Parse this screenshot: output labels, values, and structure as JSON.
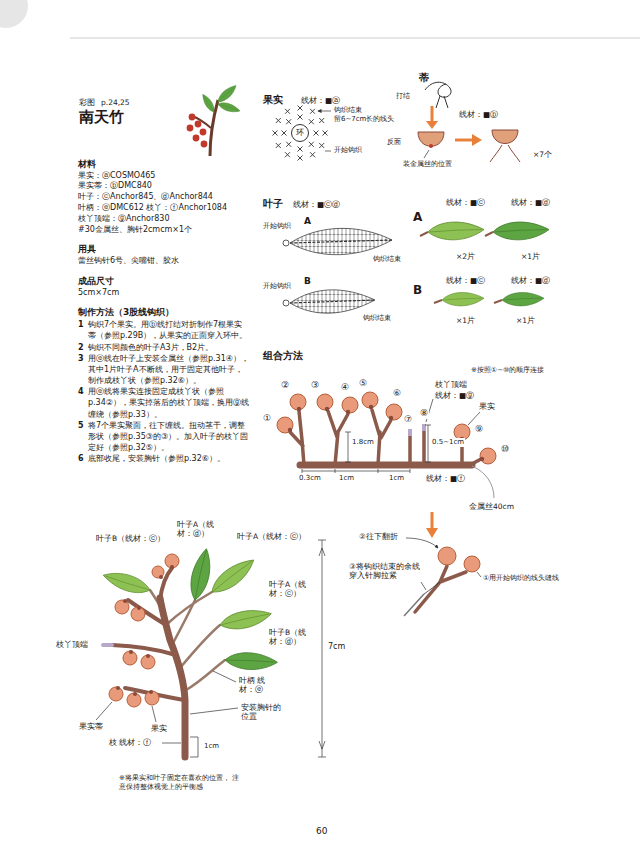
{
  "diagram": {
    "title": "南天竹",
    "nodes": [
      {
        "text": [
          "环"
        ]
      }
    ],
    "labels": [
      "彩图",
      "p.24,25",
      "材料",
      "果实：ⓐCOSMO465",
      "果实蒂：ⓑDMC840",
      "叶子：ⓒAnchor845、ⓓAnchor844",
      "叶柄：ⓔDMC612 枝丫：ⓕAnchor1084",
      "枝丫顶端：ⓖAnchor830",
      "#30金属丝、胸针2cmcm×1个",
      "用具",
      "蕾丝钩针6号、尖嘴钳、胶水",
      "成品尺寸",
      "5cm×7cm",
      "制作方法（3股线钩织）",
      "1",
      "钩织7个果实。用ⓑ线打结对折制作7根果实蒂（参照p.29B），从果实的正面穿入环中。",
      "2",
      "钩织不同颜色的叶子A3片，B2片。",
      "3",
      "用ⓔ线在叶子上安装金属丝（参照p.31④），其中1片叶子A不断线，用于固定其他叶子，制作成枝丫状（参照p.32⑥）。",
      "4",
      "用ⓔ线将果实连接固定成枝丫状（参照p.34②），果实掉落后的枝丫顶端，换用ⓖ线缠绕（参照p.33）。",
      "5",
      "将7个果实聚面，往下缠线。扭动茎干，调整形状（参照p.35③的③）。加入叶子的枝丫固定好（参照p.32⑤）。",
      "6",
      "底部收尾，安装胸针（参照p.32⑥）。",
      "果实",
      "线材：■ⓐ",
      "钩织结束",
      "留6~7cm长的线头",
      "开始钩织",
      "蒂",
      "打结",
      "线材：■ⓑ",
      "反面",
      "装金属丝的位置",
      "×7个",
      "叶子",
      "线材：■ⓒⓓ",
      "开始钩织",
      "A",
      "钩织结束",
      "开始钩织",
      "B",
      "钩织结束",
      "A",
      "线材：■ⓒ",
      "线材：■ⓓ",
      "×2片",
      "×1片",
      "B",
      "线材：■ⓒ",
      "线材：■ⓓ",
      "×1片",
      "×1片",
      "组合方法",
      "①",
      "②",
      "③",
      "④",
      "⑤",
      "⑥",
      "⑦",
      "⑧",
      "枝丫顶端",
      "线材：■ⓖ",
      "※按照①~⑩的顺序连接",
      "果实",
      "⑨",
      "⑩",
      "1.8cm",
      "0.5~1cm",
      "0.3cm",
      "1cm",
      "1cm",
      "线材：■ⓕ",
      "金属丝40cm",
      "②往下翻折",
      "③将钩织结束的余线 穿入针脚拉紧",
      "①用开始钩织的线头缝线",
      "叶子B（线材：ⓒ）",
      "叶子A（线材：ⓓ）",
      "叶子A（线材：ⓒ）",
      "叶子A（线材：ⓒ）",
      "枝丫顶端",
      "叶柄 线材：ⓔ",
      "叶子B（线材：ⓓ）",
      "果实蒂",
      "果实",
      "安装胸针的位置",
      "7cm",
      "枝 线材：ⓕ",
      "1cm",
      "※将果实和叶子固定在喜欢的位置， 注意保持整体视觉上的平衡感",
      "60"
    ]
  }
}
